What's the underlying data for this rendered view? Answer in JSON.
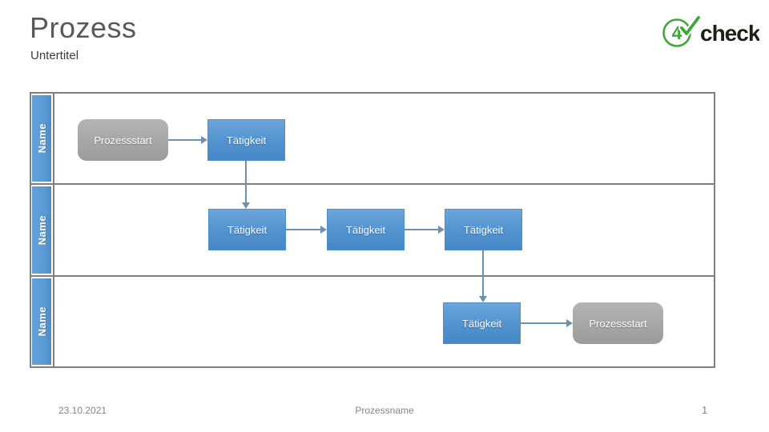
{
  "header": {
    "title": "Prozess",
    "subtitle": "Untertitel"
  },
  "logo": {
    "number": "4",
    "text": "check",
    "icon": "circled-4-with-checkmark",
    "green": "#3fa63c",
    "text_color": "#1d1d1b"
  },
  "colors": {
    "task_blue": "#5b9bd5",
    "start_gray": "#a6a6a6",
    "lane_label_blue": "#5b9bd5",
    "lane_border_gray": "#7f7f7f",
    "arrow_steel_blue": "#6c92b2",
    "title_gray": "#595959",
    "footer_gray": "#848484"
  },
  "lanes": [
    {
      "label": "Name"
    },
    {
      "label": "Name"
    },
    {
      "label": "Name"
    }
  ],
  "nodes": [
    {
      "id": "start-1",
      "label": "Prozessstart",
      "type": "start",
      "lane": 1
    },
    {
      "id": "task-1",
      "label": "Tätigkeit",
      "type": "task",
      "lane": 1
    },
    {
      "id": "task-2",
      "label": "Tätigkeit",
      "type": "task",
      "lane": 2
    },
    {
      "id": "task-3",
      "label": "Tätigkeit",
      "type": "task",
      "lane": 2
    },
    {
      "id": "task-4",
      "label": "Tätigkeit",
      "type": "task",
      "lane": 2
    },
    {
      "id": "task-5",
      "label": "Tätigkeit",
      "type": "task",
      "lane": 3
    },
    {
      "id": "end-1",
      "label": "Prozessstart",
      "type": "start",
      "lane": 3
    }
  ],
  "connections": [
    {
      "from": "start-1",
      "to": "task-1",
      "direction": "right"
    },
    {
      "from": "task-1",
      "to": "task-2",
      "direction": "down"
    },
    {
      "from": "task-2",
      "to": "task-3",
      "direction": "right"
    },
    {
      "from": "task-3",
      "to": "task-4",
      "direction": "right"
    },
    {
      "from": "task-4",
      "to": "task-5",
      "direction": "down"
    },
    {
      "from": "task-5",
      "to": "end-1",
      "direction": "right"
    }
  ],
  "footer": {
    "date": "23.10.2021",
    "process_name": "Prozessname",
    "page": "1"
  }
}
